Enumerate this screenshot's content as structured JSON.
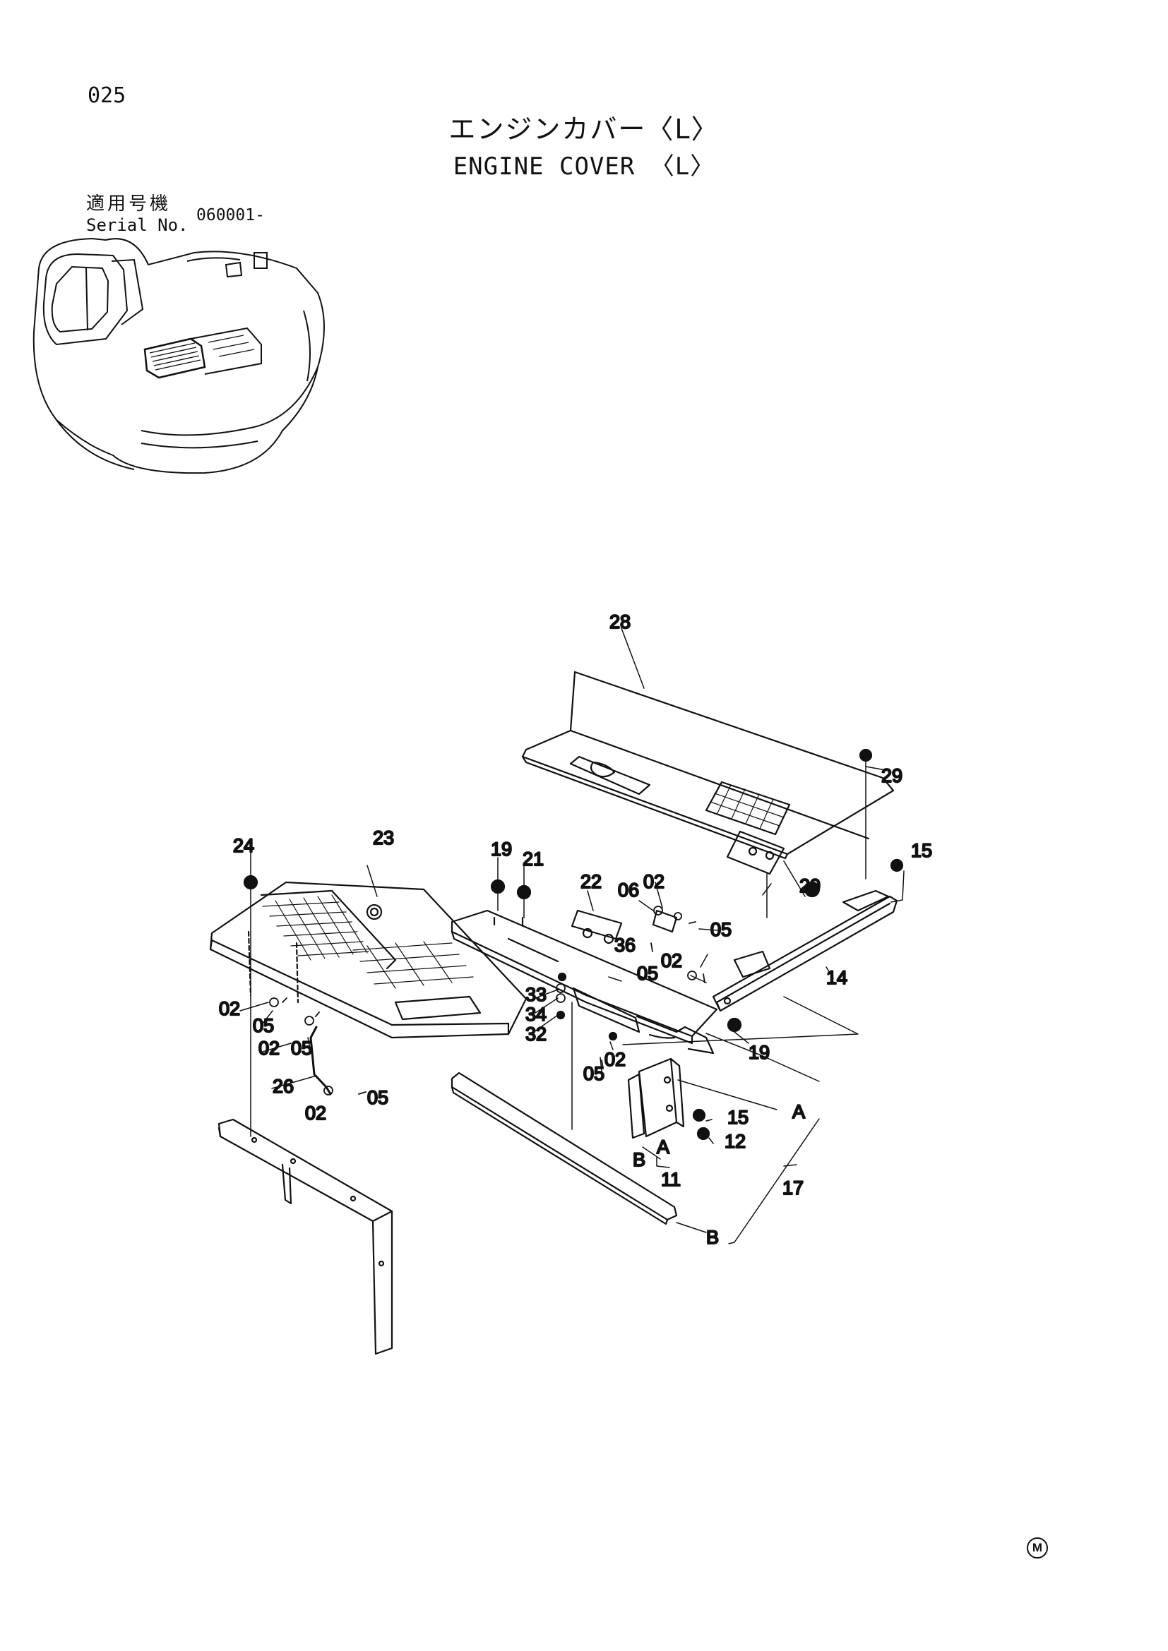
{
  "page_number": "025",
  "title_jp": "エンジンカバー〈L〉",
  "title_en": "ENGINE COVER 〈L〉",
  "serial_label_jp": "適用号機",
  "serial_label_en": "Serial No.",
  "serial_value": "060001-",
  "callouts": {
    "c28": "28",
    "c29a": "29",
    "c29b": "29",
    "c15a": "15",
    "c24": "24",
    "c23": "23",
    "c19a": "19",
    "c21": "21",
    "c22": "22",
    "c06": "06",
    "c02a": "02",
    "c05a": "05",
    "c36": "36",
    "c05b": "05",
    "c02b": "02",
    "c14": "14",
    "c33": "33",
    "c34": "34",
    "c32": "32",
    "c02c": "02",
    "c05c": "05",
    "c19b": "19",
    "c02d": "02",
    "c05d": "05",
    "c02e": "02",
    "c05e": "05",
    "c26": "26",
    "c05f": "05",
    "c02f": "02",
    "cA1": "A",
    "c15b": "15",
    "cA2": "A",
    "c12": "12",
    "cB1": "B",
    "c11": "11",
    "c17": "17",
    "cB2": "B"
  },
  "corner_mark": "M"
}
